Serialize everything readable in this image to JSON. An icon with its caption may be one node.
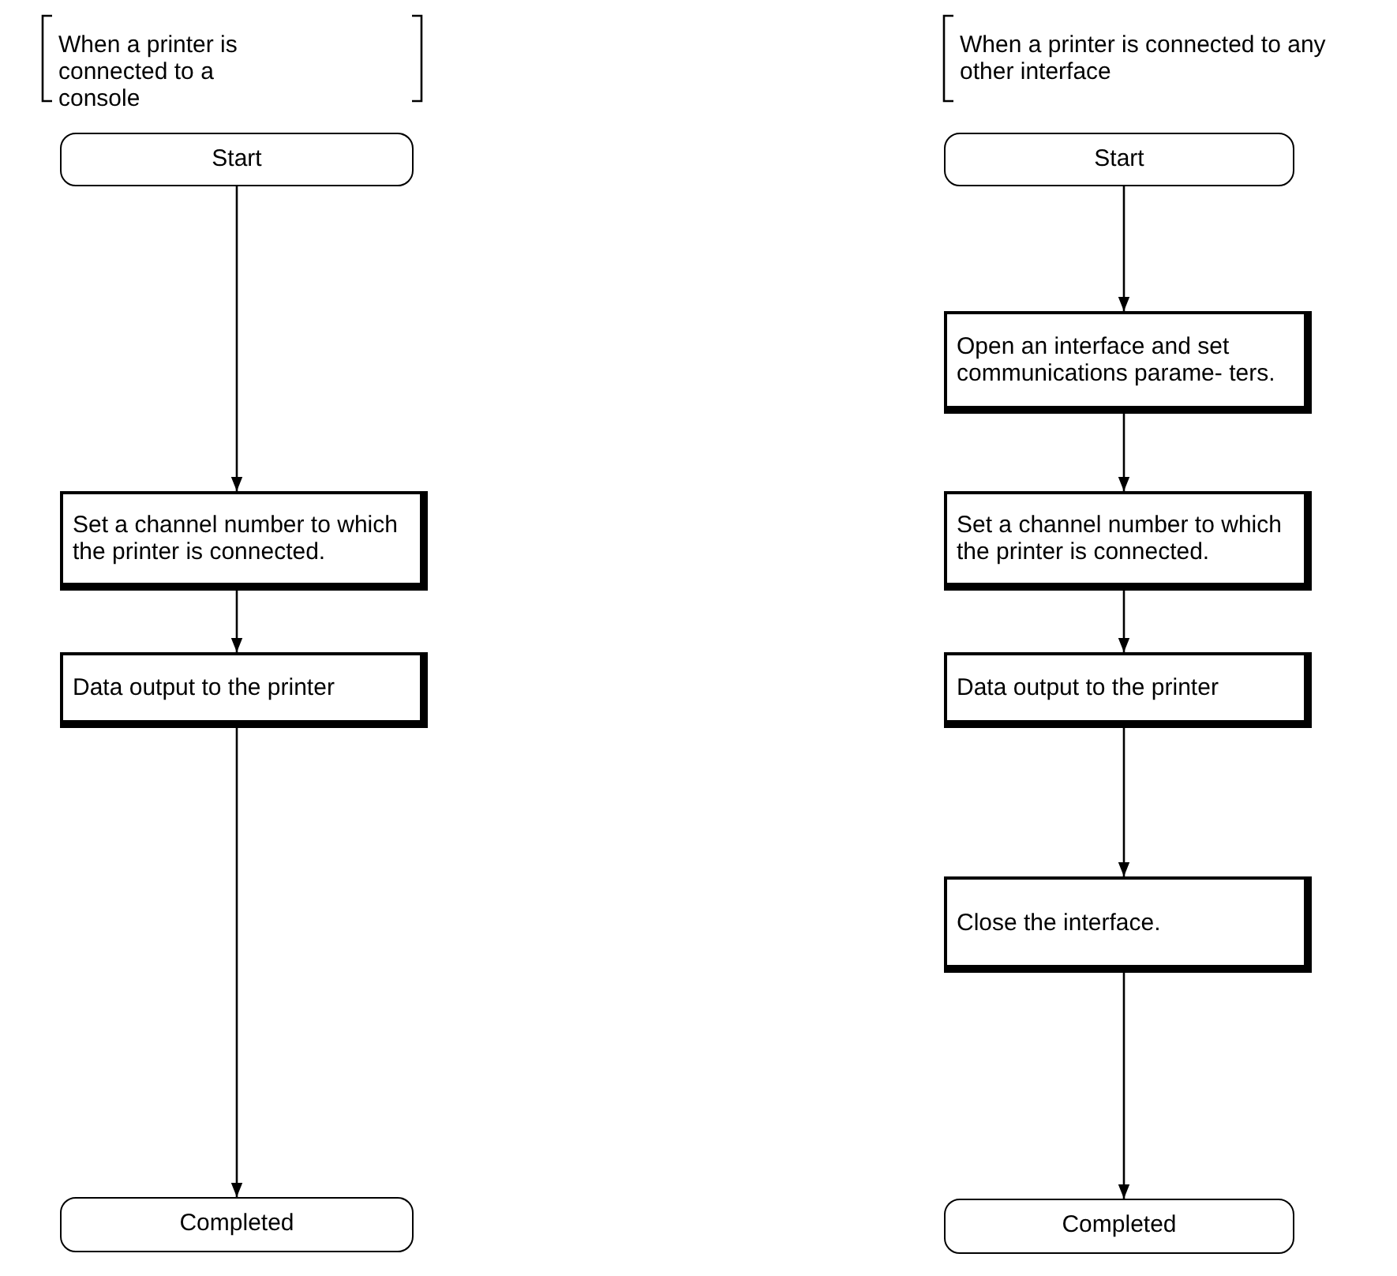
{
  "diagram": {
    "nodes": [
      {
        "text": [
          "Start"
        ]
      },
      {
        "text": [
          "Set a channel number to which the printer is connected."
        ]
      },
      {
        "text": [
          "Data output to the printer"
        ]
      },
      {
        "text": [
          "Completed"
        ]
      },
      {
        "text": [
          "Start"
        ]
      },
      {
        "text": [
          "Open an interface and set communications parame- ters."
        ]
      },
      {
        "text": [
          "Set a channel number to which the printer is connected."
        ]
      },
      {
        "text": [
          "Data output to the printer"
        ]
      },
      {
        "text": [
          "Close the interface."
        ]
      },
      {
        "text": [
          "Completed"
        ]
      }
    ],
    "edges": [
      {
        "from": 0,
        "to": 1,
        "arrow": "to"
      },
      {
        "from": 1,
        "to": 2,
        "arrow": "to"
      },
      {
        "from": 2,
        "to": 3,
        "arrow": "to"
      },
      {
        "from": 4,
        "to": 5,
        "arrow": "to"
      },
      {
        "from": 5,
        "to": 6,
        "arrow": "to"
      },
      {
        "from": 6,
        "to": 7,
        "arrow": "to"
      },
      {
        "from": 7,
        "to": 8,
        "arrow": "to"
      },
      {
        "from": 8,
        "to": 9,
        "arrow": "to"
      }
    ],
    "labels": [
      "When a printer is connected to a console",
      "When a printer is connected to any other interface"
    ]
  }
}
